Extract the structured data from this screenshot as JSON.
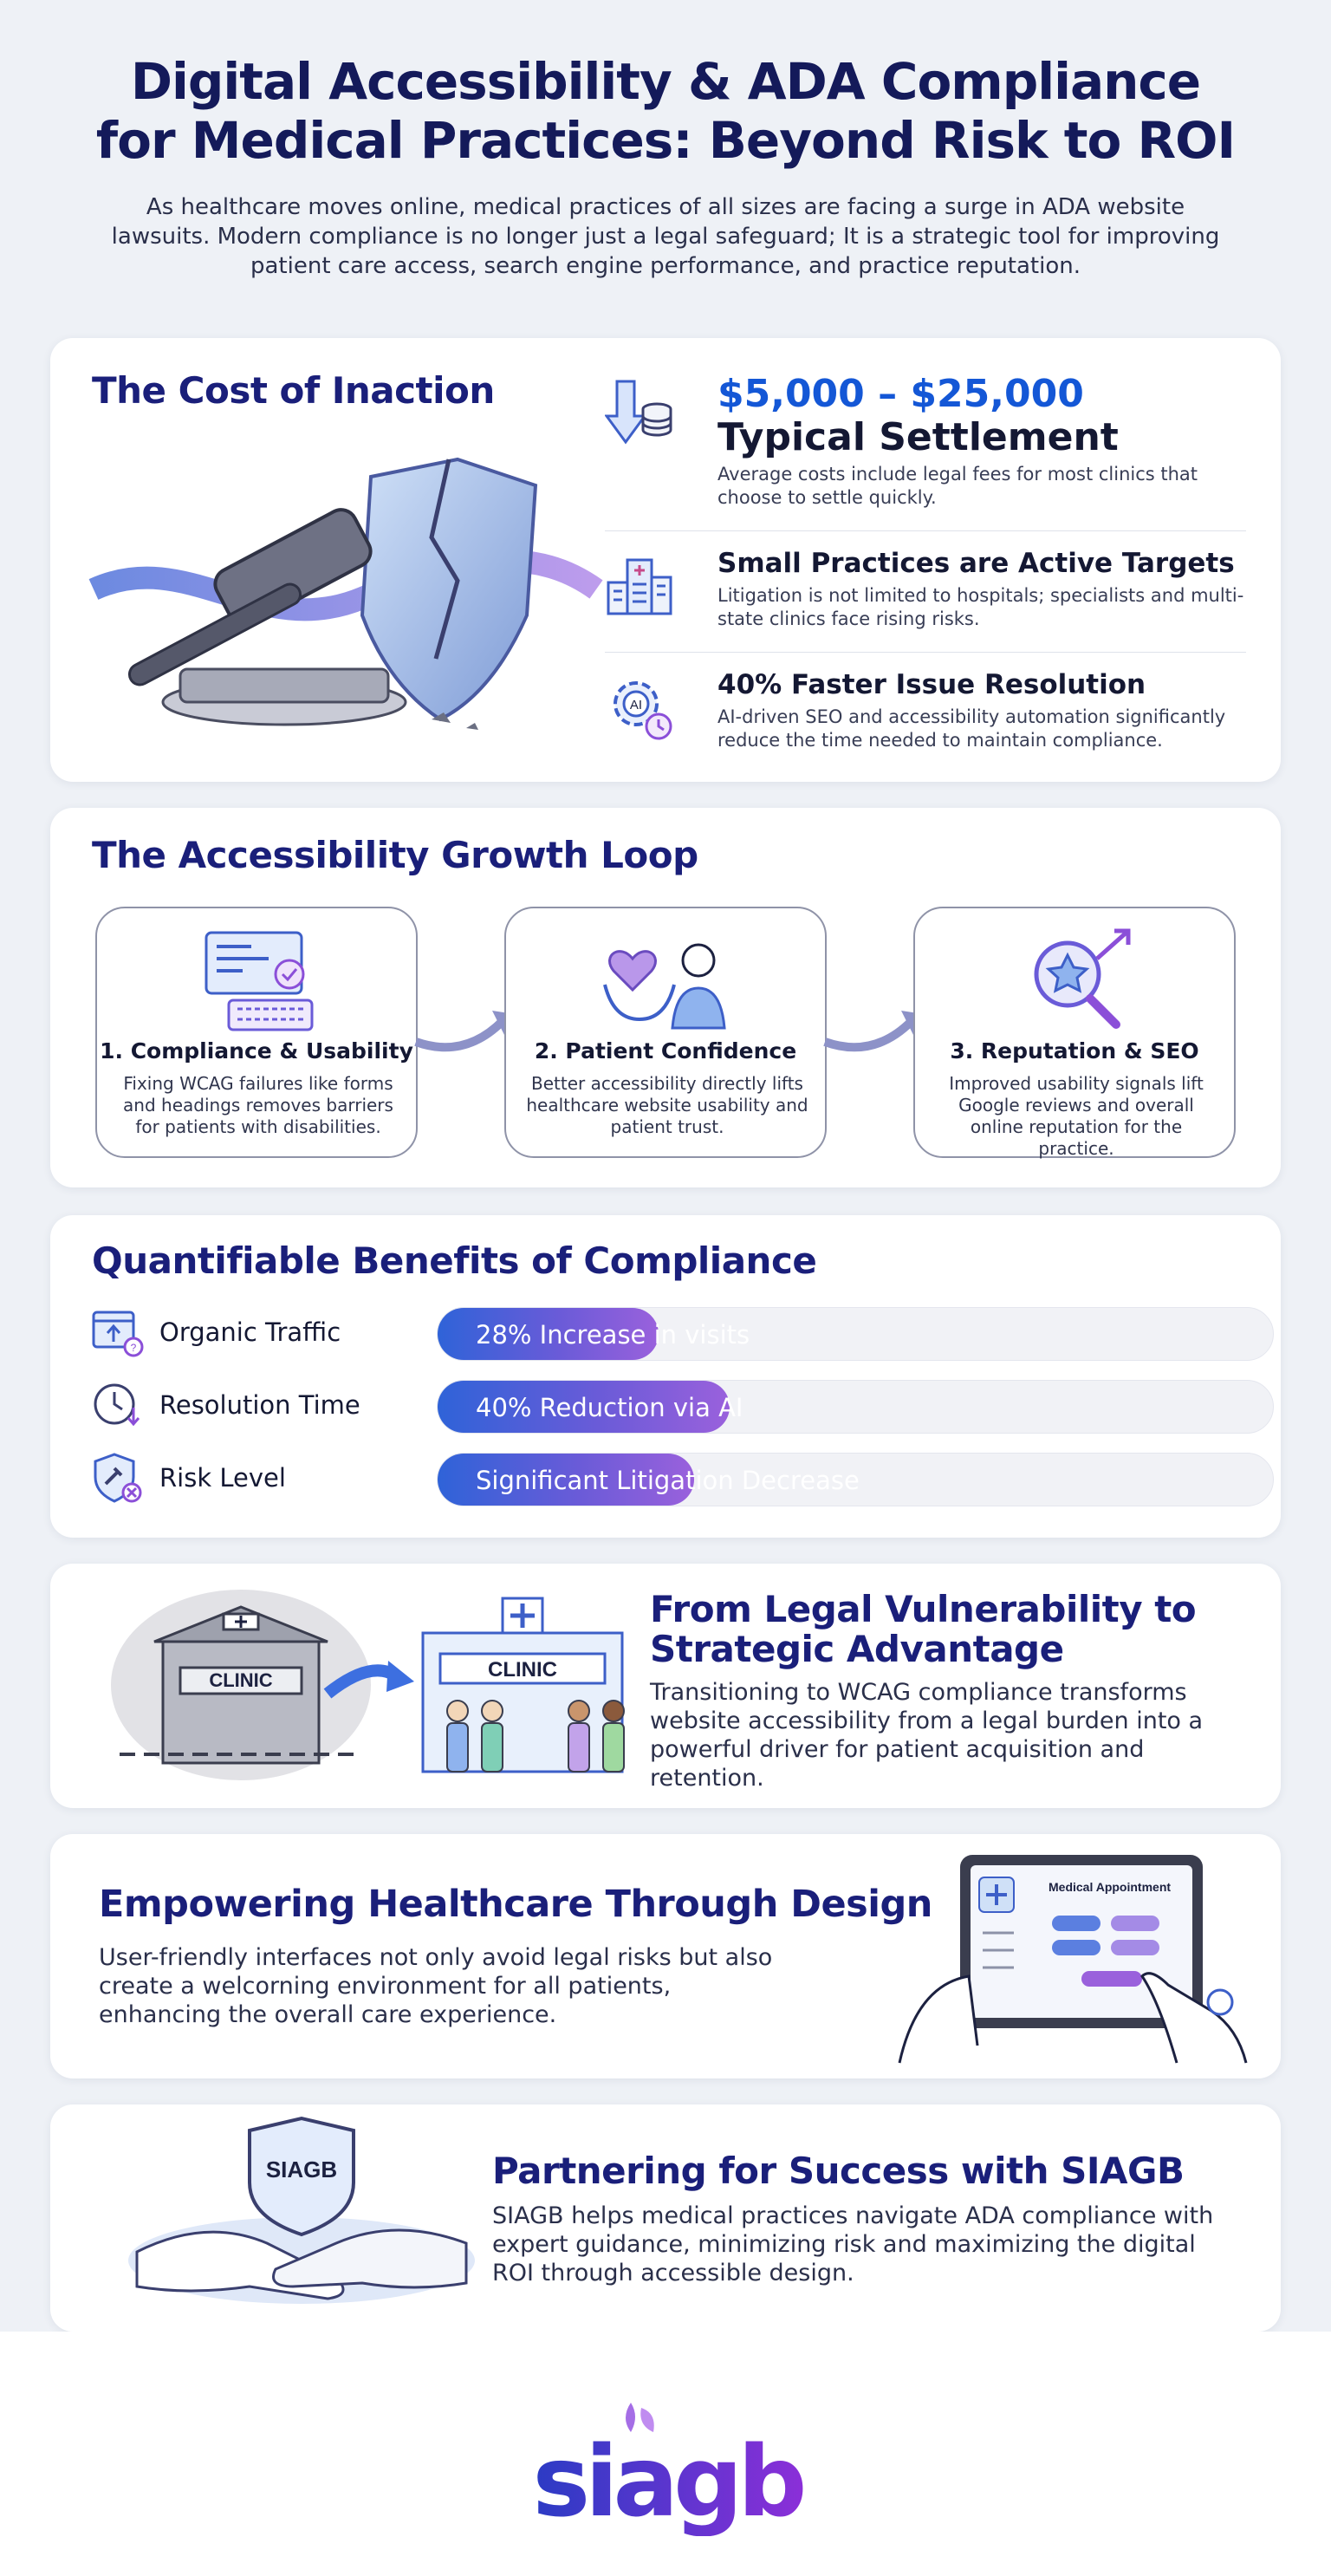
{
  "header": {
    "title_line1": "Digital Accessibility & ADA Compliance",
    "title_line2": "for Medical Practices: Beyond Risk to ROI",
    "intro": "As healthcare moves online, medical practices of all sizes are facing a surge in ADA website lawsuits. Modern compliance is no longer just a legal safeguard; It is a strategic tool for improving patient care access, search engine performance, and practice reputation."
  },
  "cost": {
    "title": "The Cost of Inaction",
    "stats": [
      {
        "value": "$5,000 – $25,000",
        "label": "Typical Settlement",
        "desc": "Average costs include legal fees for most clinics that choose to settle quickly.",
        "icon": "down-arrow-coins-icon"
      },
      {
        "heading": "Small Practices are Active Targets",
        "desc": "Litigation is not limited to hospitals; specialists and multi-state clinics face rising risks.",
        "icon": "hospital-buildings-icon"
      },
      {
        "heading": "40% Faster Issue Resolution",
        "desc": "AI-driven SEO and accessibility automation significantly reduce the time needed to maintain compliance.",
        "icon": "ai-gear-clock-icon",
        "icon_text": "AI"
      }
    ]
  },
  "loop": {
    "title": "The Accessibility Growth Loop",
    "steps": [
      {
        "title": "1. Compliance & Usability",
        "desc": "Fixing WCAG failures like forms and headings removes barriers for patients with disabilities."
      },
      {
        "title": "2. Patient Confidence",
        "desc": "Better accessibility directly lifts healthcare website usability and patient trust."
      },
      {
        "title": "3. Reputation & SEO",
        "desc": "Improved usability signals lift Google reviews and overall online reputation for the practice."
      }
    ]
  },
  "benefits": {
    "title": "Quantifiable Benefits of Compliance",
    "items": [
      {
        "label": "Organic Traffic",
        "bar_text": "28% Increase in visits",
        "fill": 0.265
      },
      {
        "label": "Resolution Time",
        "bar_text": "40% Reduction via AI",
        "fill": 0.35
      },
      {
        "label": "Risk Level",
        "bar_text": "Significant Litigation Decrease",
        "fill": 0.307
      }
    ]
  },
  "legal": {
    "title": "From Legal Vulnerability to Strategic Advantage",
    "desc": "Transitioning to WCAG compliance transforms website accessibility from a legal burden into a powerful driver for patient acquisition and retention.",
    "clinic_sign": "CLINIC"
  },
  "design": {
    "title": "Empowering Healthcare Through Design",
    "desc": "User-friendly interfaces not only avoid legal risks but also create a welcorning environment for all patients, enhancing the overall care experience.",
    "tablet_heading": "Medical Appointment"
  },
  "partner": {
    "title": "Partnering for Success with SIAGB",
    "desc": "SIAGB helps medical practices navigate ADA compliance with expert guidance, minimizing risk and maximizing the digital ROI through accessible design.",
    "shield_text": "SIAGB"
  },
  "footer": {
    "logo_text": "siagb"
  },
  "colors": {
    "accent": "#1a1f7a",
    "value_blue": "#1457d6",
    "bar_start": "#2f63d8",
    "bar_end": "#9a61dc",
    "purple": "#8b4fd8"
  }
}
